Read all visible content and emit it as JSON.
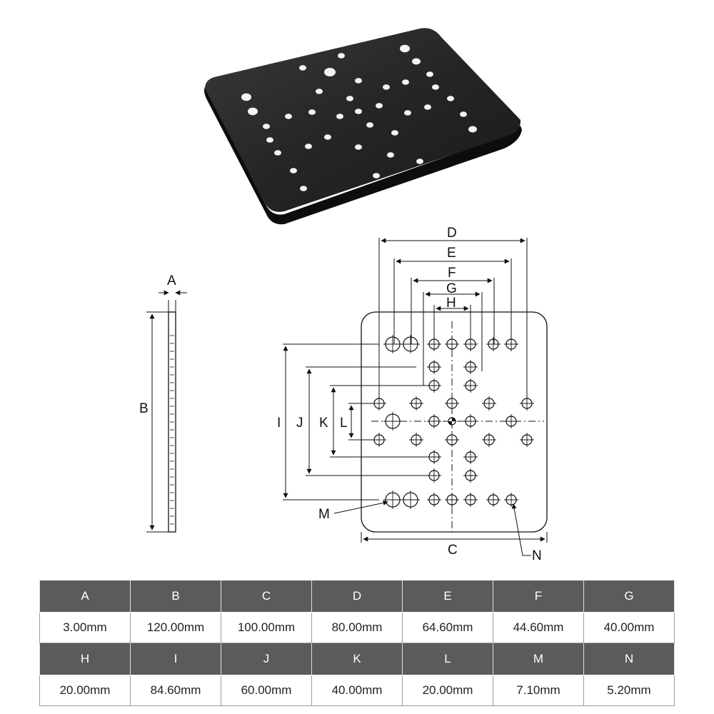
{
  "photo": {
    "subject": "black brushed aluminum mounting plate",
    "color": "#2a2a2a"
  },
  "drawing": {
    "labels": {
      "A": "A",
      "B": "B",
      "C": "C",
      "D": "D",
      "E": "E",
      "F": "F",
      "G": "G",
      "H": "H",
      "I": "I",
      "J": "J",
      "K": "K",
      "L": "L",
      "M": "M",
      "N": "N"
    }
  },
  "spec_table": {
    "rows": [
      {
        "headers": [
          "A",
          "B",
          "C",
          "D",
          "E",
          "F",
          "G"
        ],
        "values": [
          "3.00mm",
          "120.00mm",
          "100.00mm",
          "80.00mm",
          "64.60mm",
          "44.60mm",
          "40.00mm"
        ]
      },
      {
        "headers": [
          "H",
          "I",
          "J",
          "K",
          "L",
          "M",
          "N"
        ],
        "values": [
          "20.00mm",
          "84.60mm",
          "60.00mm",
          "40.00mm",
          "20.00mm",
          "7.10mm",
          "5.20mm"
        ]
      }
    ],
    "header_color": "#5b5b5b"
  }
}
